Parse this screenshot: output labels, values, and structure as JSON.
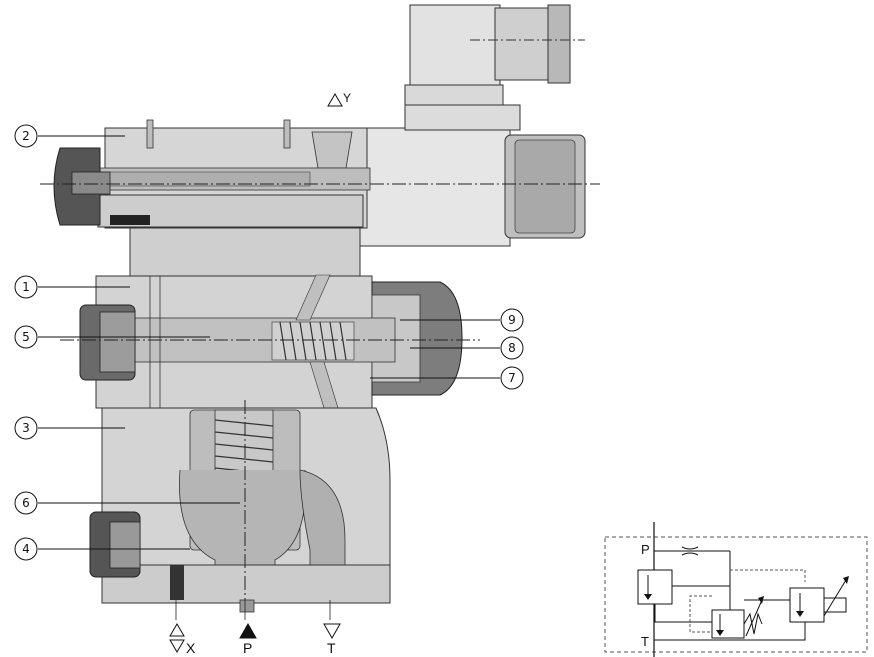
{
  "callouts": [
    {
      "num": "1"
    },
    {
      "num": "2"
    },
    {
      "num": "3"
    },
    {
      "num": "4"
    },
    {
      "num": "5"
    },
    {
      "num": "6"
    },
    {
      "num": "7"
    },
    {
      "num": "8"
    },
    {
      "num": "9"
    }
  ],
  "ports": {
    "x": "X",
    "p": "P",
    "t": "T",
    "y": "Y"
  },
  "schematic": {
    "p": "P",
    "t": "T"
  },
  "colors": {
    "body": "#d6d6d6",
    "body_dark": "#9a9a9a",
    "solenoid": "#e3e3e3",
    "knob": "#5a5a5a",
    "line": "#222222"
  }
}
